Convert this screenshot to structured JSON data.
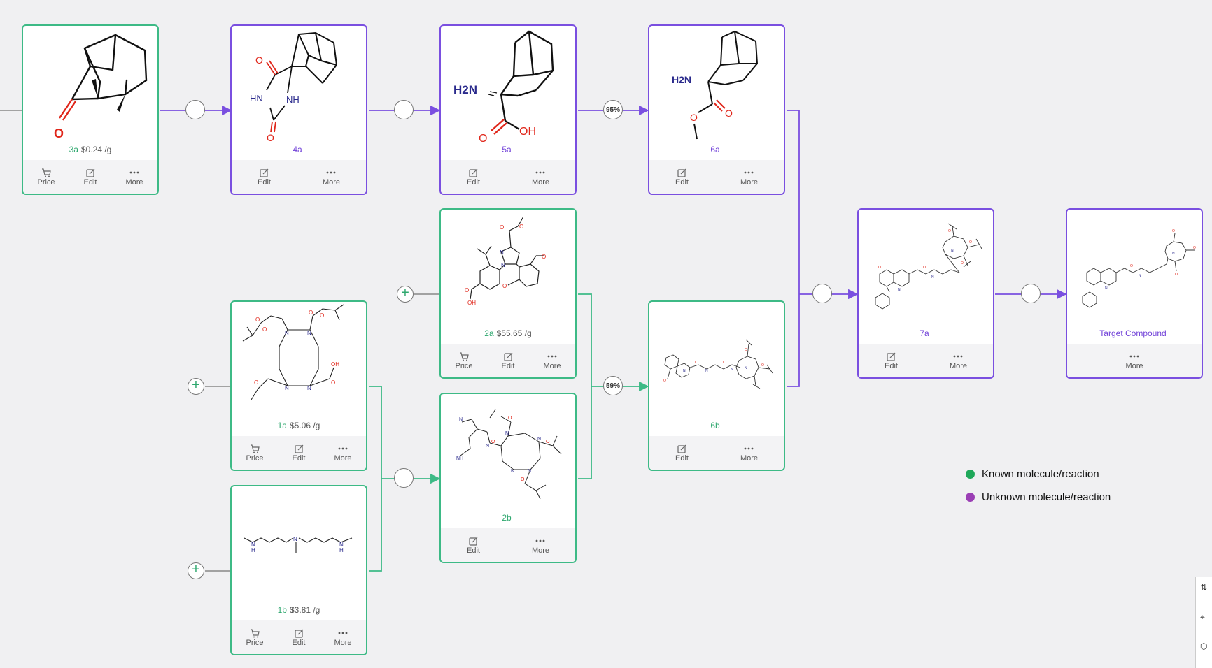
{
  "colors": {
    "known": "#3dba86",
    "unknown": "#7a4fe0",
    "background": "#f0f0f2"
  },
  "actions": {
    "price": "Price",
    "edit": "Edit",
    "more": "More"
  },
  "cards": {
    "c3a": {
      "id": "3a",
      "price": "$0.24 /g",
      "status": "known"
    },
    "c4a": {
      "id": "4a",
      "status": "unknown"
    },
    "c5a": {
      "id": "5a",
      "status": "unknown"
    },
    "c6a": {
      "id": "6a",
      "status": "unknown"
    },
    "c2a": {
      "id": "2a",
      "price": "$55.65 /g",
      "status": "known"
    },
    "c1a": {
      "id": "1a",
      "price": "$5.06 /g",
      "status": "known"
    },
    "c2b": {
      "id": "2b",
      "status": "known"
    },
    "c6b": {
      "id": "6b",
      "status": "known"
    },
    "c1b": {
      "id": "1b",
      "price": "$3.81 /g",
      "status": "known"
    },
    "c7a": {
      "id": "7a",
      "status": "unknown"
    },
    "ctarget": {
      "id": "Target Compound",
      "status": "unknown"
    }
  },
  "reactions": {
    "r5a_6a": "95%",
    "r_6b": "59%"
  },
  "atom_labels": {
    "ketone_o": "O",
    "amine": "H2N",
    "oh": "OH",
    "carbonyl_o": "O",
    "nh": "NH",
    "hn": "HN",
    "n": "N"
  },
  "legend": [
    {
      "label": "Known molecule/reaction",
      "color": "#1fa85a"
    },
    {
      "label": "Unknown molecule/reaction",
      "color": "#9b3fb5"
    }
  ],
  "side_tab_icons": [
    "swap-icon",
    "network-icon",
    "molecule-icon"
  ]
}
